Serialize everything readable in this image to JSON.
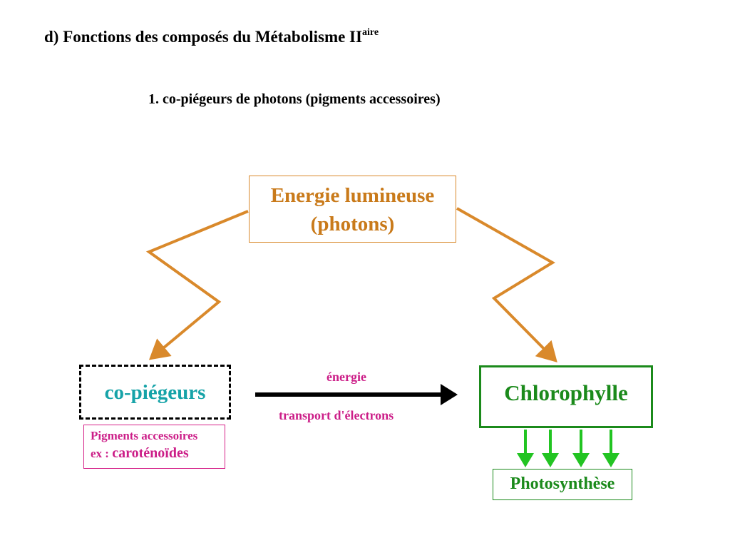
{
  "header": {
    "title": "d) Fonctions des composés du Métabolisme II",
    "title_superscript": "aire",
    "subtitle": "1. co-piégeurs de photons (pigments accessoires)"
  },
  "diagram": {
    "energy": {
      "line1": "Energie lumineuse",
      "line2": "(photons)"
    },
    "copiegeurs": {
      "label": "co-piégeurs",
      "note_line1": "Pigments accessoires",
      "note_prefix": "ex :",
      "note_example": "caroténoïdes"
    },
    "chlorophylle": {
      "label": "Chlorophylle"
    },
    "photosynthese": {
      "label": "Photosynthèse"
    },
    "transfer": {
      "top_label": "énergie",
      "bottom_label": "transport d'électrons"
    }
  },
  "colors": {
    "energy": "#c97a1a",
    "zigzag": "#d9892b",
    "copiegeurs": "#16a3a8",
    "pigments": "#cc1e88",
    "chlorophylle": "#1b8a1b",
    "green_arrows": "#22c422",
    "transfer_arrow": "#000000"
  }
}
